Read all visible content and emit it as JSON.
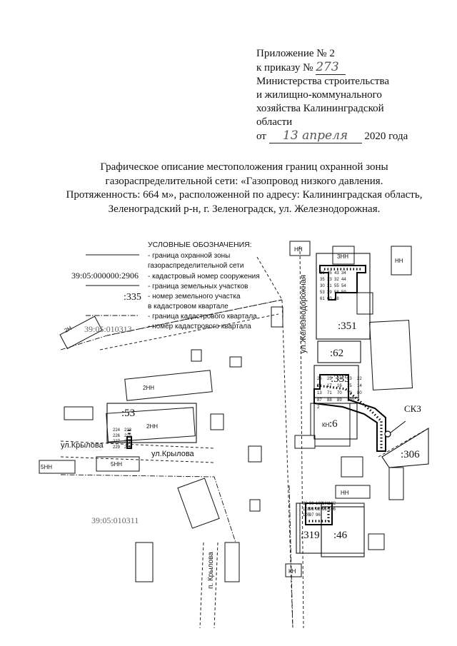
{
  "approval": {
    "line1": "Приложение № 2",
    "order_prefix": "к приказу №",
    "order_number": "273",
    "line3": "Министерства строительства",
    "line4": "и жилищно-коммунального",
    "line5": "хозяйства Калининградской",
    "line6": "области",
    "date_prefix": "от",
    "date_handwritten": "13 апреля",
    "date_suffix": "2020 года"
  },
  "heading": {
    "line1": "Графическое описание местоположения границ охранной зоны",
    "line2": "газораспределительной сети: «Газопровод низкого давления.",
    "line3": "Протяженность: 664 м», расположенной по адресу: Калининградская область,",
    "line4": "Зеленоградский р-н, г. Зеленоградск, ул. Железнодорожная."
  },
  "legend": {
    "title": "УСЛОВНЫЕ ОБОЗНАЧЕНИЯ:",
    "items": [
      {
        "symbol": "",
        "text": "- граница охранной зоны"
      },
      {
        "symbol": "",
        "text": "газораспределительной сети"
      },
      {
        "symbol": "39:05:000000:2906",
        "text": "- кадастровый номер сооружения"
      },
      {
        "symbol": "",
        "text": "- граница земельных участков"
      },
      {
        "symbol": ":335",
        "text": "- номер земельного участка"
      },
      {
        "symbol": "",
        "text": "в кадастровом квартале"
      },
      {
        "symbol": "",
        "text": "- граница кадастрового квартала"
      },
      {
        "symbol": "39:05:010313",
        "text": "- номер кадастрового квартала"
      }
    ]
  },
  "map": {
    "streets": {
      "zheleznodorozhnaya": "ул.Железнодорожная",
      "krylova_1": "ул.Крылова",
      "krylova_2": "ул.Крылова",
      "krylova_lane": "п. Крылова"
    },
    "quarters": {
      "q311": "39:05:010311"
    },
    "plots": {
      "p53": ":53",
      "p351": ":351",
      "p62": ":62",
      "p335": ":335",
      "p6": ":6",
      "p306": ":306",
      "p319": ":319",
      "p46": ":46"
    },
    "skz_label": "СКЗ",
    "building_labels": {
      "b_2n_1": "2НН",
      "b_2n_2": "2Н",
      "b_3n": "3НН",
      "b_kn": "КН",
      "b_5n": "5НН",
      "b_nn": "НН"
    },
    "point_numbers": {
      "north": [
        "36",
        "45",
        "43",
        "34",
        "35",
        "33",
        "32",
        "44",
        "30",
        "31",
        "55",
        "54",
        "53",
        "29",
        "58",
        "59",
        "61",
        "60",
        "48"
      ],
      "middle": [
        "26",
        "25",
        "24",
        "23",
        "22",
        "21",
        "17",
        "16",
        "15",
        "14",
        "13",
        "71",
        "70",
        "79",
        "80",
        "87",
        "88",
        "89",
        "190",
        "3",
        "2"
      ],
      "west": [
        "224",
        "223",
        "226",
        "225",
        "227",
        "228",
        "229",
        "222"
      ],
      "south": [
        "98",
        "99",
        "100",
        "101",
        "102",
        "103",
        "93",
        "92",
        "95",
        "106",
        "105",
        "97",
        "96"
      ]
    }
  }
}
